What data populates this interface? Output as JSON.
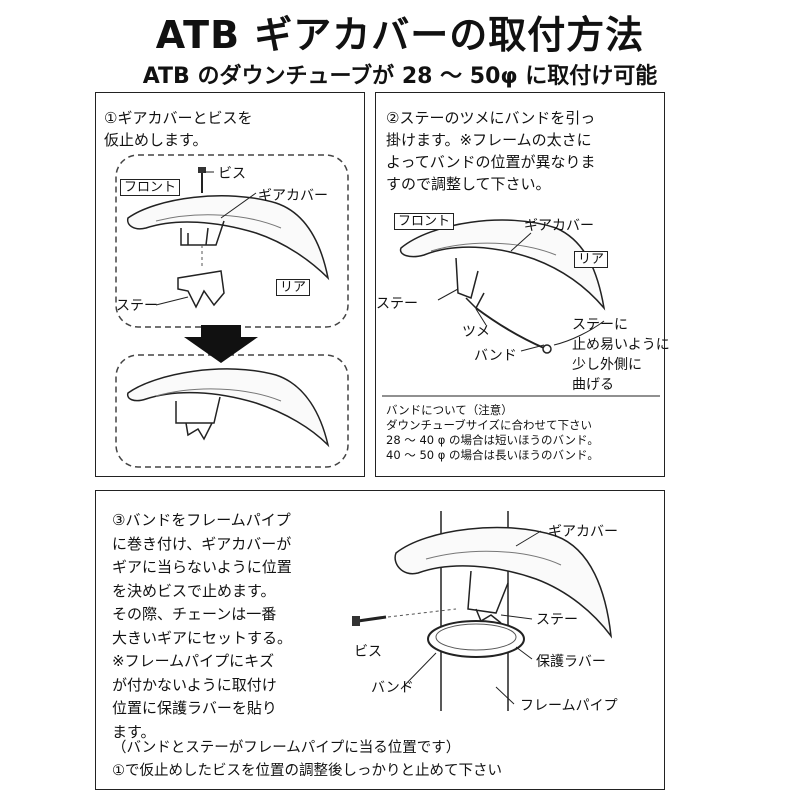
{
  "header": {
    "title": "ATB ギアカバーの取付方法",
    "subtitle": "ATB のダウンチューブが 28 ～ 50φ に取付け可能"
  },
  "step1": {
    "text": "①ギアカバーとビスを\n仮止めします。",
    "label_front": "フロント",
    "label_screw": "ビス",
    "label_gearcover": "ギアカバー",
    "label_rear": "リア",
    "label_stay": "ステー"
  },
  "step2": {
    "text": "②ステーのツメにバンドを引っ\n掛けます。※フレームの太さに\nよってバンドの位置が異なりま\nすので調整して下さい。",
    "label_front": "フロント",
    "label_gearcover": "ギアカバー",
    "label_rear": "リア",
    "label_stay": "ステー",
    "label_claw": "ツメ",
    "label_band": "バンド",
    "label_bend": "ステーに\n止め易いように\n少し外側に\n曲げる",
    "note": "バンドについて（注意）\nダウンチューブサイズに合わせて下さい\n28 ～ 40 φ の場合は短いほうのバンド。\n40 ～ 50 φ の場合は長いほうのバンド。"
  },
  "step3": {
    "text": "③バンドをフレームパイプ\nに巻き付け、ギアカバーが\nギアに当らないように位置\nを決めビスで止めます。\nその際、チェーンは一番\n大きいギアにセットする。\n※フレームパイプにキズ\nが付かないように取付け\n位置に保護ラバーを貼り\nます。",
    "footer": "（バンドとステーがフレームパイプに当る位置です）\n①で仮止めしたビスを位置の調整後しっかりと止めて下さい",
    "label_gearcover": "ギアカバー",
    "label_stay": "ステー",
    "label_screw": "ビス",
    "label_rubber": "保護ラバー",
    "label_band": "バンド",
    "label_pipe": "フレームパイプ"
  }
}
